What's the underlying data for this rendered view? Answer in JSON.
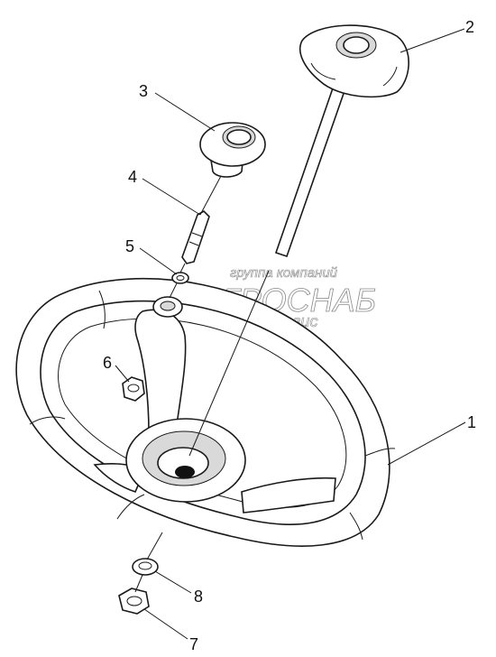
{
  "callouts": [
    {
      "id": "1",
      "label": "1"
    },
    {
      "id": "2",
      "label": "2"
    },
    {
      "id": "3",
      "label": "3"
    },
    {
      "id": "4",
      "label": "4"
    },
    {
      "id": "5",
      "label": "5"
    },
    {
      "id": "6",
      "label": "6"
    },
    {
      "id": "7",
      "label": "7"
    },
    {
      "id": "8",
      "label": "8"
    }
  ],
  "watermark": {
    "line1": "группа компаний",
    "line2": "АГРОСНАБ",
    "line3": "техсервис"
  }
}
